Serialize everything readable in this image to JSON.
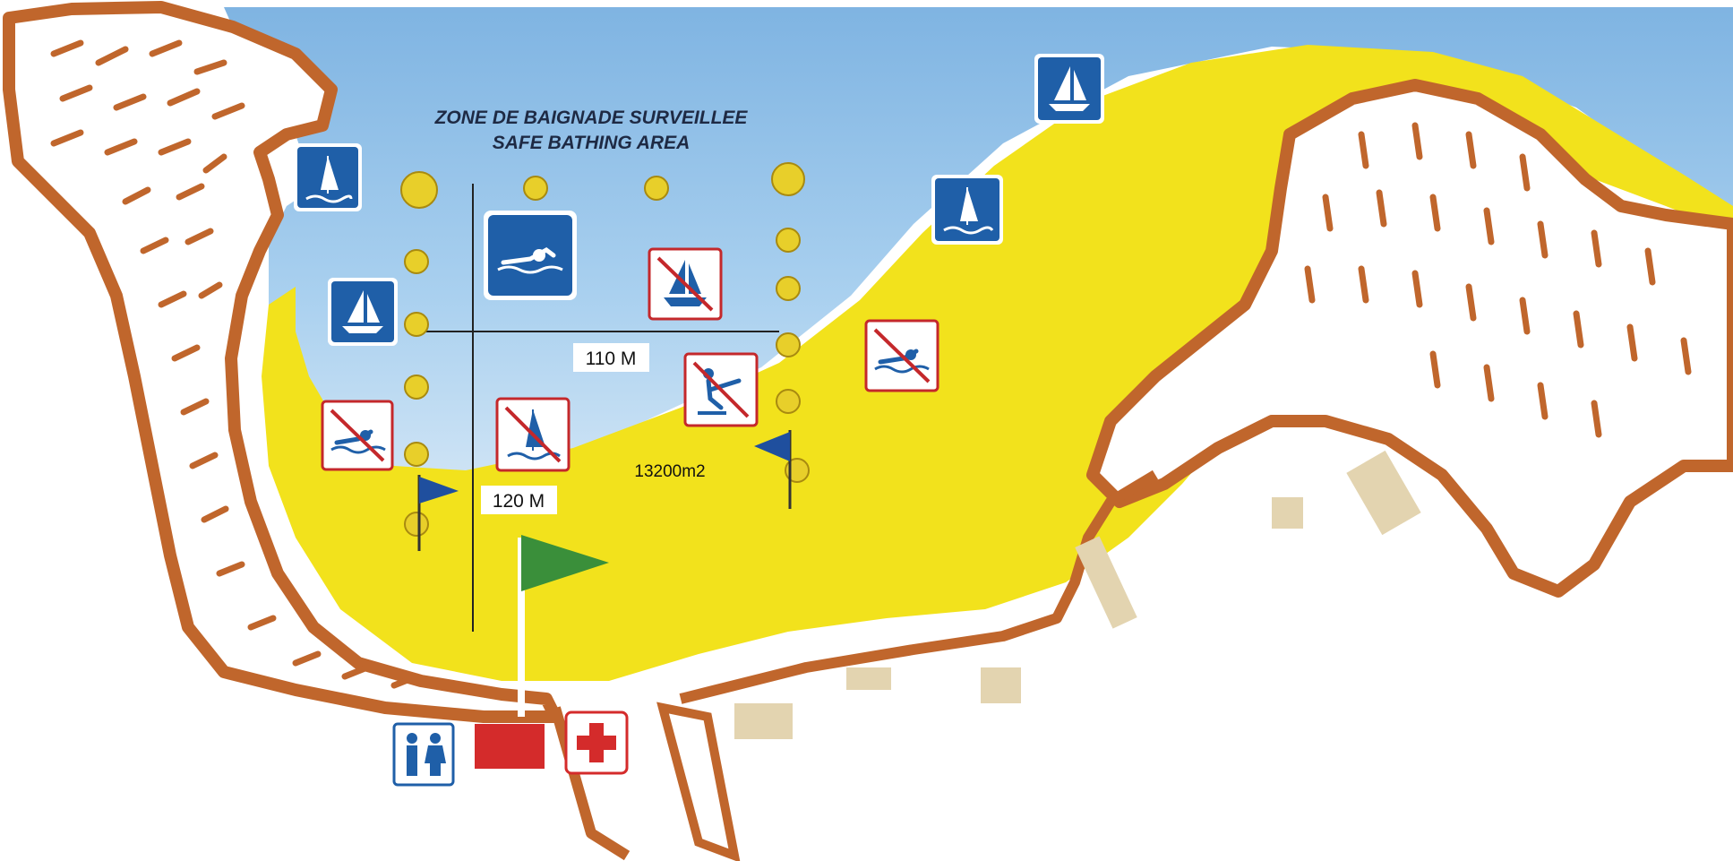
{
  "title": {
    "fr": "ZONE DE BAIGNADE SURVEILLEE",
    "en": "SAFE BATHING AREA"
  },
  "dimensions": {
    "width_label": "110 M",
    "length_label": "120 M",
    "area_label": "13200m2"
  },
  "colors": {
    "sea": "#7fb8e6",
    "sand": "#f2e21c",
    "rock": "#c0662c",
    "buoy": "#e8cf2a",
    "sign_blue": "#1f5fa8",
    "prohibited_red": "#c4282b",
    "flag_blue": "#1f4f9e",
    "flag_green": "#3a8f3a",
    "building": "#e3d4b0",
    "first_aid_red": "#d42b2b"
  },
  "signs": {
    "allowed": [
      "windsurf-icon",
      "sailboat-icon",
      "swimmer-icon",
      "sailboat-icon",
      "windsurf-icon"
    ],
    "prohibited": [
      "no-swimming-icon",
      "no-windsurf-icon",
      "no-sailing-icon",
      "no-waterski-icon",
      "no-swimming-icon"
    ]
  },
  "facilities": [
    "toilets-icon",
    "lifeguard-post",
    "first-aid-icon"
  ]
}
